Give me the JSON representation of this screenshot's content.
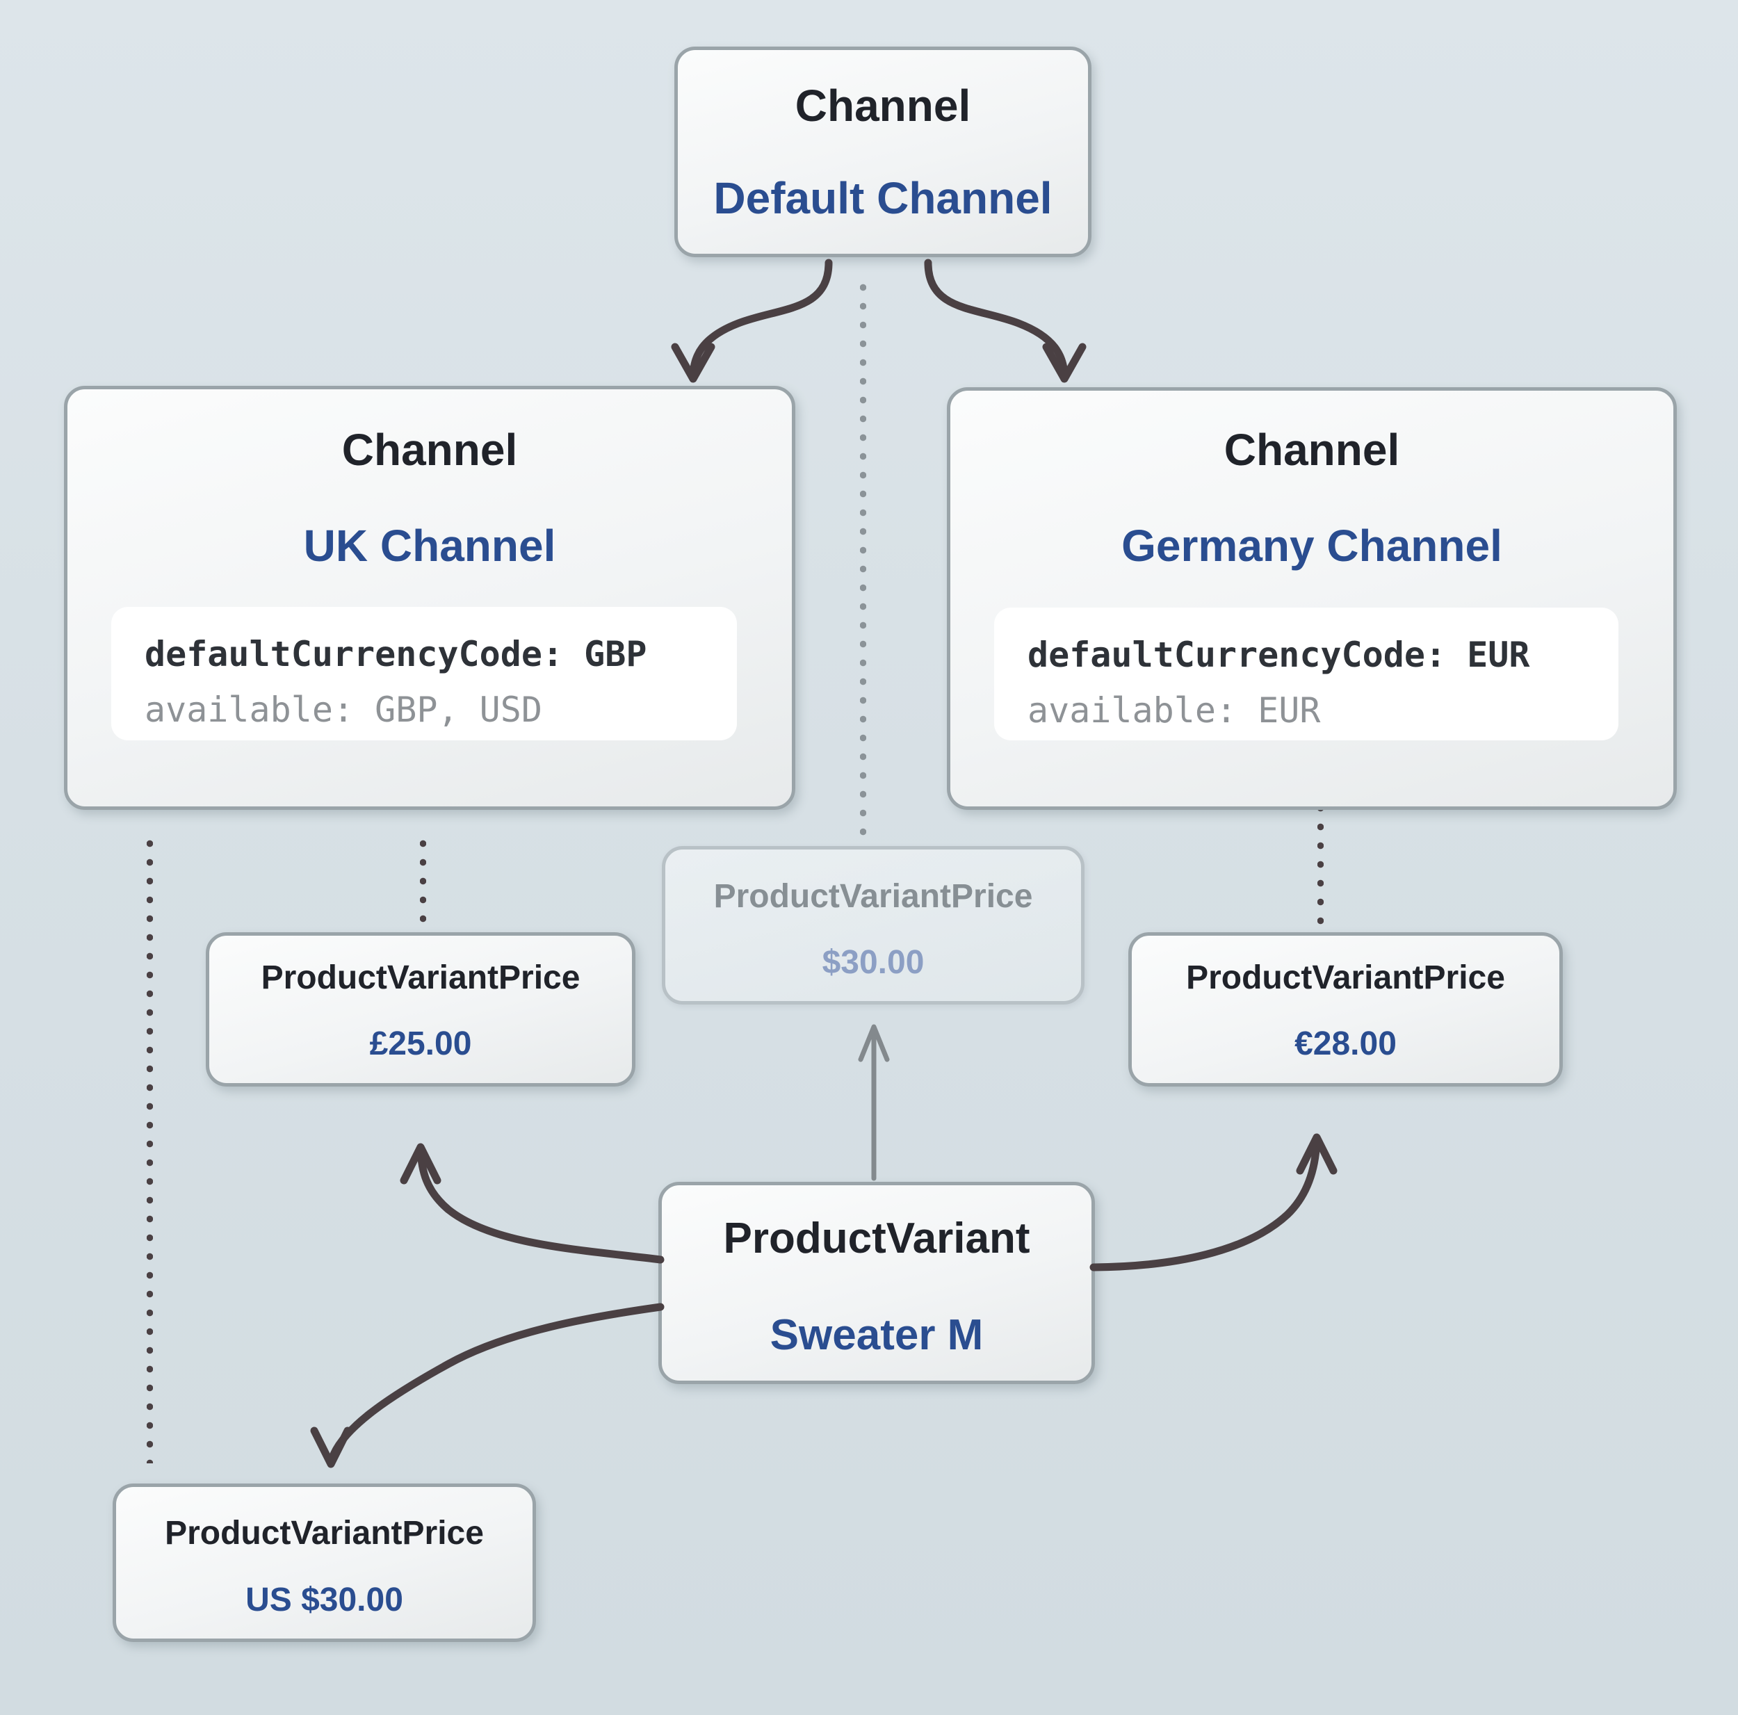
{
  "nodes": {
    "default_channel": {
      "type": "Channel",
      "name": "Default Channel"
    },
    "uk_channel": {
      "type": "Channel",
      "name": "UK Channel",
      "default_currency_line": "defaultCurrencyCode: GBP",
      "available_line": "available: GBP, USD"
    },
    "germany_channel": {
      "type": "Channel",
      "name": "Germany Channel",
      "default_currency_line": "defaultCurrencyCode: EUR",
      "available_line": "available: EUR"
    },
    "default_channel_price": {
      "type": "ProductVariantPrice",
      "value": "$30.00"
    },
    "uk_channel_price": {
      "type": "ProductVariantPrice",
      "value": "£25.00"
    },
    "germany_channel_price": {
      "type": "ProductVariantPrice",
      "value": "€28.00"
    },
    "us_price": {
      "type": "ProductVariantPrice",
      "value": "US $30.00"
    },
    "product_variant": {
      "type": "ProductVariant",
      "name": "Sweater M"
    }
  },
  "colors": {
    "heading": "#20232a",
    "accent_blue": "#2a4d90",
    "arrow_dark": "#4a4043",
    "arrow_gray": "#83898d",
    "dot_dark": "#4a4043",
    "dot_gray": "#8b9398",
    "code_key": "#2e3238",
    "code_muted": "#8e9296",
    "faded_title": "#878f94",
    "faded_price": "#8c9fc4"
  }
}
